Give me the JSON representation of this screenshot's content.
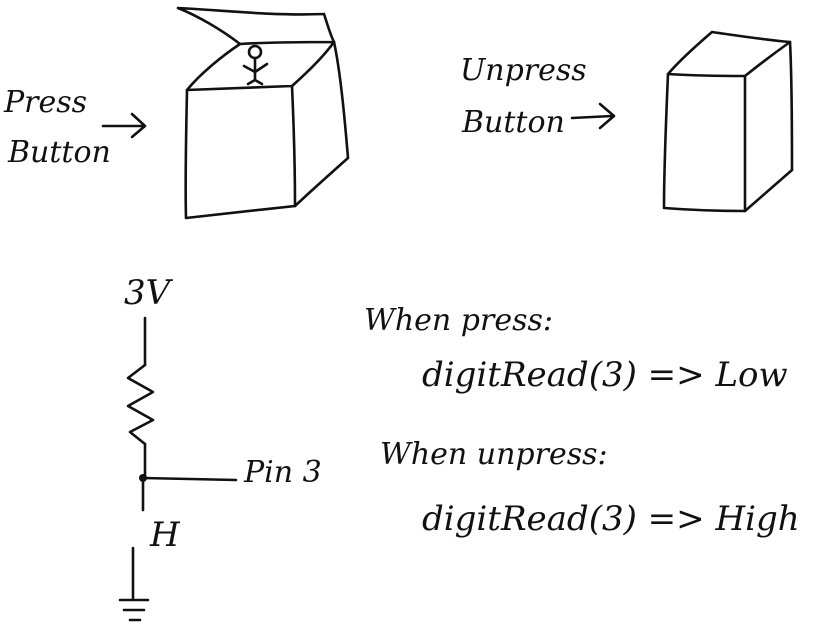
{
  "labels": {
    "press_line1": "Press",
    "press_line2": "Button",
    "unpress_line1": "Unpress",
    "unpress_line2": "Button"
  },
  "circuit": {
    "voltage": "3V",
    "pin": "Pin 3",
    "switch_mark": "H"
  },
  "notes": {
    "when_press": "When press:",
    "read_press": "digitRead(3) => Low",
    "when_unpress": "When unpress:",
    "read_unpress": "digitRead(3) => High"
  },
  "colors": {
    "ink": "#111111",
    "background": "#ffffff"
  }
}
